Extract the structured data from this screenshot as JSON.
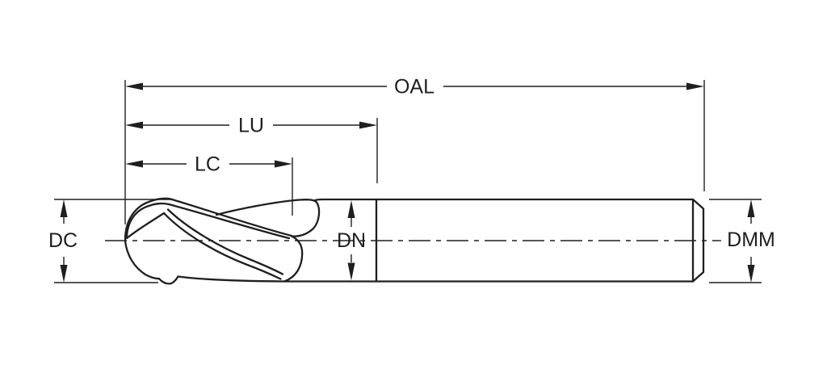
{
  "diagram": {
    "background_color": "#ffffff",
    "line_color": "#1f1f1f",
    "dimensions": {
      "oal": {
        "label": "OAL"
      },
      "lu": {
        "label": "LU"
      },
      "lc": {
        "label": "LC"
      },
      "dc": {
        "label": "DC"
      },
      "dn": {
        "label": "DN"
      },
      "dmm": {
        "label": "DMM"
      }
    }
  }
}
